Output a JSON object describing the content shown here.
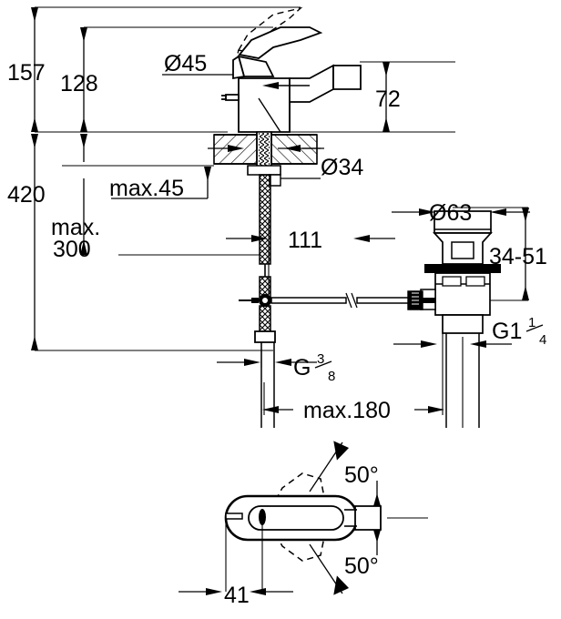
{
  "drawing": {
    "type": "technical-dimension-drawing",
    "subject": "single-lever bidet mixer with pop-up waste",
    "units": "mm"
  },
  "dimensions": {
    "height_total": "157",
    "height_spout": "128",
    "height_installed": "420",
    "max_hose_length": "max.\n300",
    "max_counter_thickness": "max.45",
    "spout_outlet_height": "72",
    "body_diameter": "Ø45",
    "shank_diameter": "Ø34",
    "waste_flange_diameter": "Ø63",
    "waste_adjust_range": "34-51",
    "waste_thread": "G1",
    "waste_thread_sup": "1",
    "waste_thread_sub": "4",
    "rod_offset": "111",
    "supply_thread": "G",
    "supply_thread_sup": "3",
    "supply_thread_sub": "8",
    "max_supply_reach": "max.180",
    "plan_width": "41",
    "swivel_angle_upper": "50°",
    "swivel_angle_lower": "50°"
  },
  "labels": {
    "d157": "157",
    "d128": "128",
    "d420": "420",
    "max300_line1": "max.",
    "max300_line2": "300",
    "max45": "max.45",
    "d72": "72",
    "dia45": "Ø45",
    "dia34": "Ø34",
    "dia63": "Ø63",
    "r3451": "34-51",
    "d111": "111",
    "max180": "max.180",
    "d41": "41",
    "angle1": "50°",
    "angle2": "50°",
    "g114_main": "G1",
    "g114_num": "1",
    "g114_den": "4",
    "g38_main": "G",
    "g38_num": "3",
    "g38_den": "8"
  },
  "style": {
    "line_color": "#1a1a1a",
    "outline_color": "#000000",
    "background": "#ffffff"
  },
  "views": {
    "elevation": "front section view of mixer, counter and waste",
    "plan": "top view showing 50 degree swivel range"
  }
}
